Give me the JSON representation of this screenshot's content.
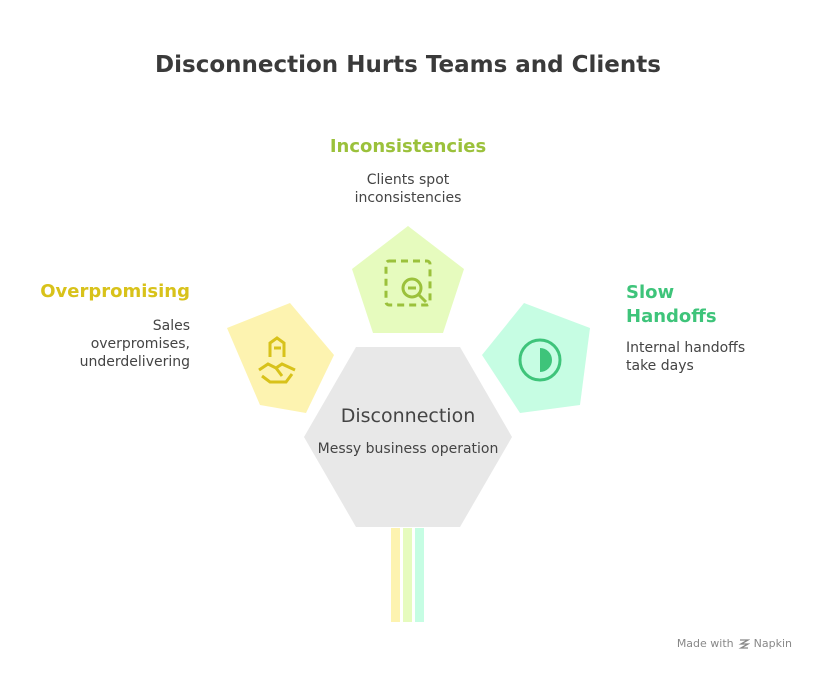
{
  "title": "Disconnection Hurts Teams and Clients",
  "center": {
    "title": "Disconnection",
    "description": "Messy business operation",
    "color": "#e8e8e8"
  },
  "branches": [
    {
      "title": "Inconsistencies",
      "description": "Clients spot inconsistencies",
      "color": "#9bc13b",
      "fill": "#e6fbbe",
      "icon": "search-in-frame-icon"
    },
    {
      "title": "Overpromising",
      "description": "Sales overpromises, underdelivering",
      "color": "#d8c21a",
      "fill": "#fdf3b0",
      "icon": "handshake-building-icon"
    },
    {
      "title": "Slow Handoffs",
      "description": "Internal handoffs take days",
      "color": "#3ec47a",
      "fill": "#c6fde3",
      "icon": "half-circle-icon"
    }
  ],
  "footer": {
    "made_with": "Made with",
    "brand": "Napkin"
  }
}
